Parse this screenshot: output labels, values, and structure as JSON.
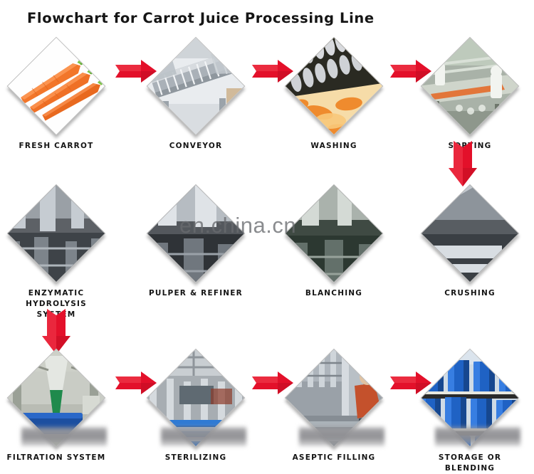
{
  "title": "Flowchart for Carrot Juice Processing Line",
  "watermark": "en.china.cn",
  "colors": {
    "arrow_red": "#E3102A",
    "arrow_red_dark": "#B80C1F",
    "title_color": "#151515",
    "label_color": "#141414",
    "diamond_border": "#b9b9b9",
    "background": "#ffffff"
  },
  "rows": [
    {
      "row_index": 1,
      "direction": "left-to-right",
      "nodes": [
        {
          "id": "fresh-carrot",
          "label": "FRESH CARROT",
          "label_line2": "",
          "icon": "fresh-carrots-photo"
        },
        {
          "id": "conveyor",
          "label": "CONVEYOR",
          "label_line2": "",
          "icon": "conveyor-machine-photo"
        },
        {
          "id": "washing",
          "label": "WASHING",
          "label_line2": "",
          "icon": "washing-brush-machine-photo"
        },
        {
          "id": "sorting",
          "label": "SORTING",
          "label_line2": "",
          "icon": "sorting-line-workers-photo"
        }
      ]
    },
    {
      "row_index": 2,
      "direction": "right-to-left",
      "nodes": [
        {
          "id": "enzymatic-hydrolysis-system",
          "label": "ENZYMATIC HYDROLYSIS",
          "label_line2": "SYSTEM",
          "icon": "enzymatic-hydrolysis-tank-photo"
        },
        {
          "id": "pulper-refiner",
          "label": "PULPER & REFINER",
          "label_line2": "",
          "icon": "pulper-refiner-machine-photo"
        },
        {
          "id": "blanching",
          "label": "BLANCHING",
          "label_line2": "",
          "icon": "blanching-machine-photo"
        },
        {
          "id": "crushing",
          "label": "CRUSHING",
          "label_line2": "",
          "icon": "crushing-machine-photo"
        }
      ]
    },
    {
      "row_index": 3,
      "direction": "left-to-right",
      "nodes": [
        {
          "id": "filtration-system",
          "label": "FILTRATION SYSTEM",
          "label_line2": "",
          "icon": "filtration-system-photo"
        },
        {
          "id": "sterilizing",
          "label": "STERILIZING",
          "label_line2": "",
          "icon": "sterilizing-machine-photo"
        },
        {
          "id": "aseptic-filling",
          "label": "ASEPTIC FILLING",
          "label_line2": "",
          "icon": "aseptic-filling-line-photo"
        },
        {
          "id": "storage-or-blending",
          "label": "STORAGE OR BLENDING",
          "label_line2": "",
          "icon": "blue-storage-drums-photo"
        }
      ]
    }
  ],
  "connectors": [
    {
      "id": "arrow-fresh-carrot-to-conveyor",
      "type": "arrow-right"
    },
    {
      "id": "arrow-conveyor-to-washing",
      "type": "arrow-right"
    },
    {
      "id": "arrow-washing-to-sorting",
      "type": "arrow-right"
    },
    {
      "id": "arrow-sorting-to-crushing",
      "type": "arrow-down"
    },
    {
      "id": "arrow-enzymatic-to-filtration",
      "type": "arrow-down"
    },
    {
      "id": "arrow-filtration-to-sterilizing",
      "type": "arrow-right"
    },
    {
      "id": "arrow-sterilizing-to-aseptic-filling",
      "type": "arrow-right"
    },
    {
      "id": "arrow-aseptic-filling-to-storage",
      "type": "arrow-right"
    }
  ]
}
